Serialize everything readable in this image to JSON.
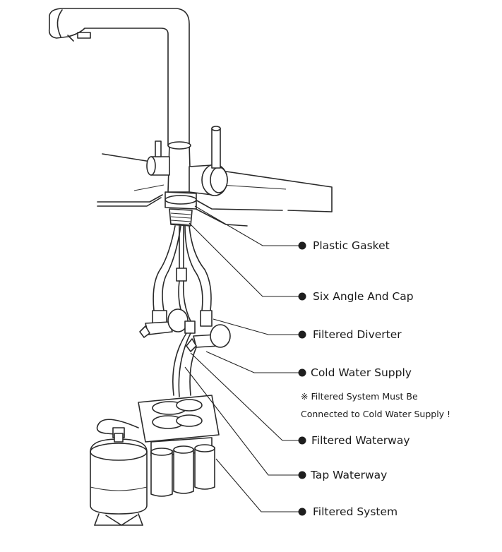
{
  "labels": {
    "plastic_gasket": "Plastic Gasket",
    "six_angle_cap": "Six Angle And Cap",
    "filtered_diverter": "Filtered Diverter",
    "cold_water_supply": "Cold Water Supply",
    "note_line1": "※ Filtered System Must Be",
    "note_line2": "Connected to Cold Water Supply !",
    "filtered_waterway": "Filtered Waterway",
    "tap_waterway": "Tap Waterway",
    "filtered_system": "Filtered System"
  },
  "colors": {
    "line": "#2a2a2a",
    "background": "#ffffff",
    "marker": "#1e1e1e"
  }
}
